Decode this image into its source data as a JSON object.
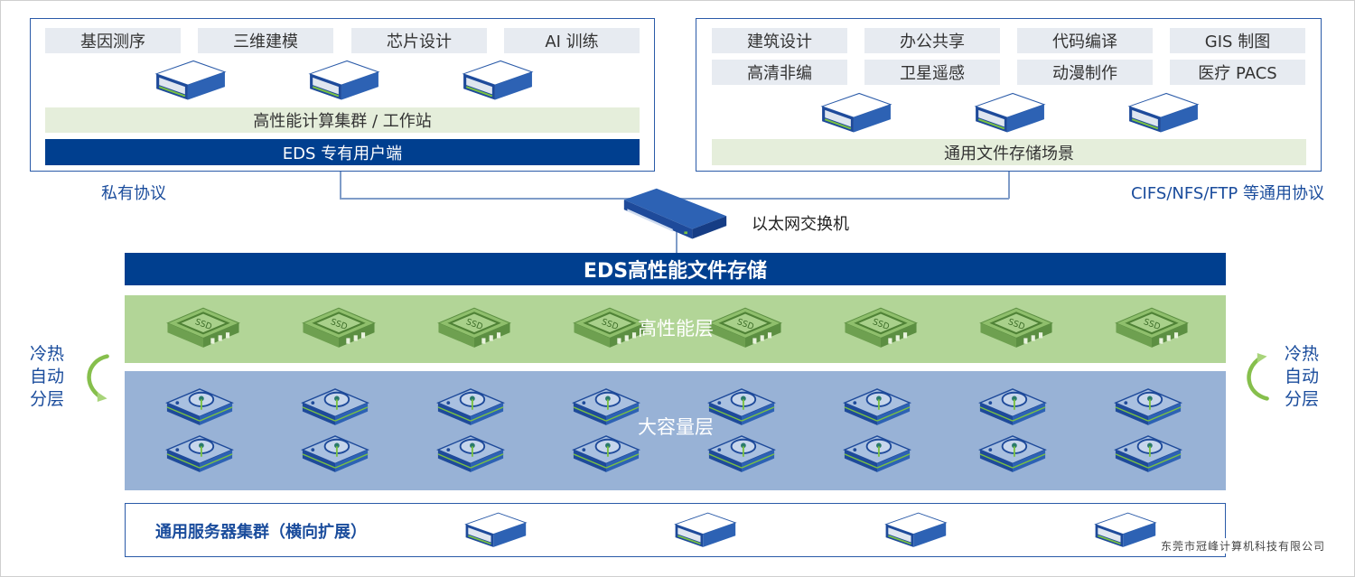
{
  "private_group": {
    "tags": [
      "基因测序",
      "三维建模",
      "芯片设计",
      "AI 训练"
    ],
    "cluster_label": "高性能计算集群 / 工作站",
    "client_label": "EDS 专有用户端",
    "protocol_label": "私有协议"
  },
  "general_group": {
    "tags": [
      "建筑设计",
      "办公共享",
      "代码编译",
      "GIS 制图",
      "高清非编",
      "卫星遥感",
      "动漫制作",
      "医疗 PACS"
    ],
    "scene_label": "通用文件存储场景",
    "protocol_label": "CIFS/NFS/FTP 等通用协议"
  },
  "switch_label": "以太网交换机",
  "storage": {
    "title": "EDS高性能文件存储",
    "perf_layer": "高性能层",
    "capacity_layer": "大容量层",
    "ssd_text": "SSD"
  },
  "tiering": {
    "left": [
      "冷热",
      "自动",
      "分层"
    ],
    "right": [
      "冷热",
      "自动",
      "分层"
    ]
  },
  "server_cluster_label": "通用服务器集群（横向扩展）",
  "company": "东莞市冠峰计算机科技有限公司",
  "colors": {
    "brand_blue": "#003f8f",
    "perf_green": "#b2d597",
    "capacity_blue": "#98b2d6",
    "text_blue": "#1a4c9c"
  },
  "icons": {
    "server": "rack-server-icon",
    "switch": "ethernet-switch-icon",
    "ssd": "ssd-icon",
    "hdd": "hdd-icon",
    "arrow": "curved-arrow-icon"
  }
}
